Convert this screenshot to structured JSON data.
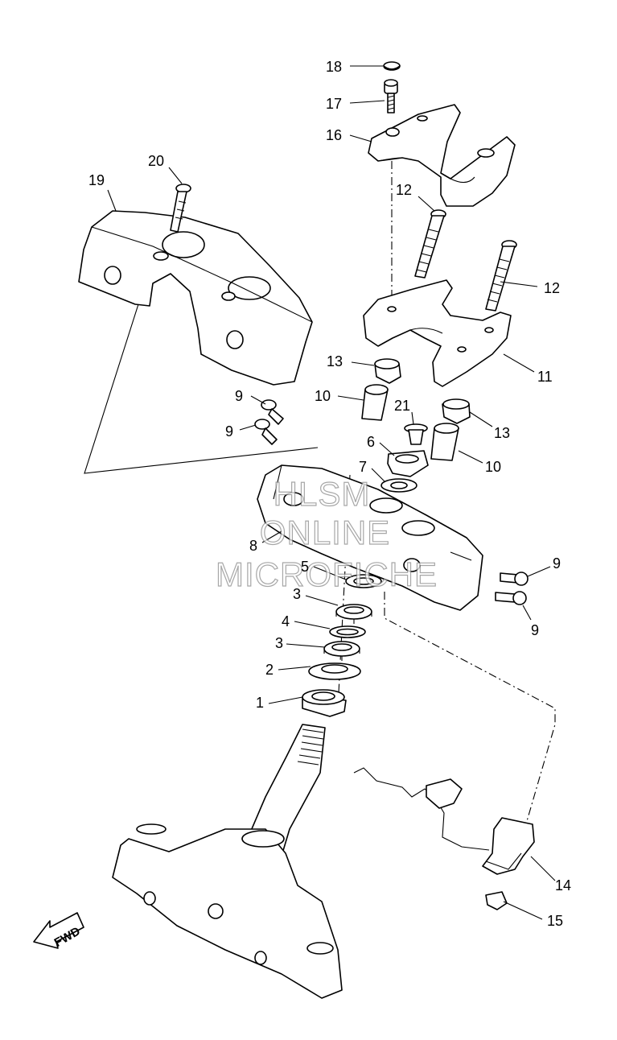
{
  "callouts": {
    "c1": "1",
    "c2": "2",
    "c3a": "3",
    "c3b": "3",
    "c4": "4",
    "c5": "5",
    "c6": "6",
    "c7": "7",
    "c8": "8",
    "c9a": "9",
    "c9b": "9",
    "c9c": "9",
    "c9d": "9",
    "c10a": "10",
    "c10b": "10",
    "c11": "11",
    "c12a": "12",
    "c12b": "12",
    "c13a": "13",
    "c13b": "13",
    "c14": "14",
    "c15": "15",
    "c16": "16",
    "c17": "17",
    "c18": "18",
    "c19": "19",
    "c20": "20",
    "c21": "21"
  },
  "watermark": {
    "line1": "HLSM",
    "line2": "ONLINE",
    "line3": "MICROFICHE"
  },
  "fwd_label": "FWD"
}
